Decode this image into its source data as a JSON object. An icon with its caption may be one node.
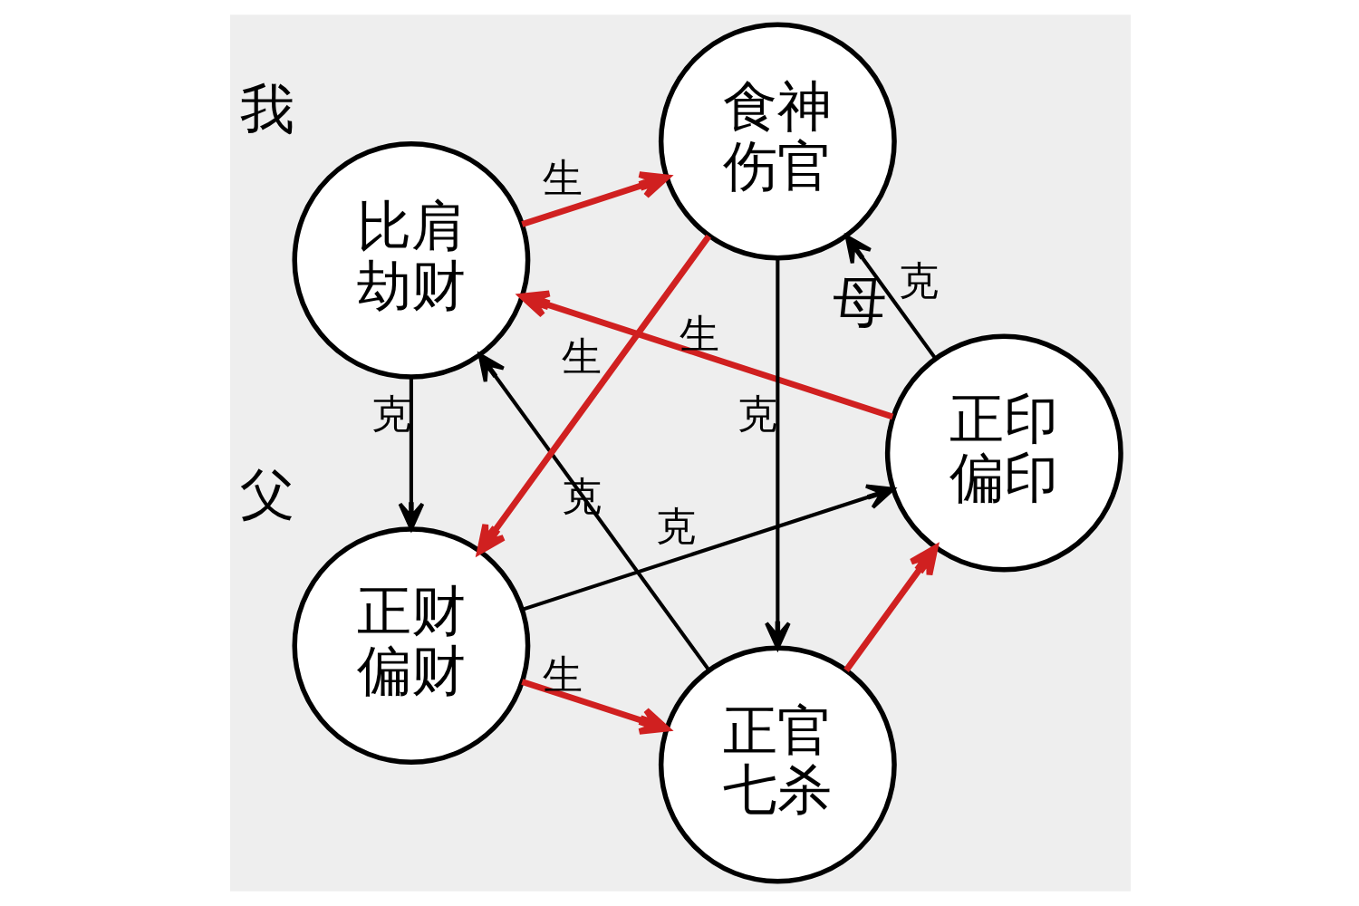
{
  "diagram": {
    "nodes": [
      {
        "text": [
          "正官",
          "七杀"
        ]
      },
      {
        "text": [
          "正印",
          "偏印"
        ],
        "beside": [
          "母"
        ]
      },
      {
        "text": [
          "比肩",
          "劫财"
        ],
        "beside": [
          "我"
        ]
      },
      {
        "text": [
          "食神",
          "伤官"
        ]
      },
      {
        "text": [
          "正财",
          "偏财"
        ],
        "beside": [
          "父"
        ]
      }
    ],
    "edges": [
      {
        "from": 0,
        "to": 1,
        "arrow": "to",
        "color": "#d02020"
      },
      {
        "from": 1,
        "to": 2,
        "arrow": "to",
        "label": "生",
        "color": "#d02020"
      },
      {
        "from": 2,
        "to": 3,
        "arrow": "to",
        "label": "生",
        "color": "#d02020"
      },
      {
        "from": 3,
        "to": 4,
        "arrow": "to",
        "label": "生",
        "color": "#d02020"
      },
      {
        "from": 4,
        "to": 0,
        "arrow": "to",
        "label": "生",
        "color": "#d02020"
      },
      {
        "from": 4,
        "to": 1,
        "arrow": "to",
        "label": "克",
        "color": "#000000"
      },
      {
        "from": 0,
        "to": 2,
        "arrow": "to",
        "label": "克",
        "color": "#000000"
      },
      {
        "from": 1,
        "to": 3,
        "arrow": "to",
        "label": "克",
        "color": "#000000"
      },
      {
        "from": 2,
        "to": 4,
        "arrow": "to",
        "label": "克",
        "color": "#000000"
      },
      {
        "from": 3,
        "to": 0,
        "arrow": "to",
        "label": "克",
        "color": "#000000"
      }
    ]
  }
}
